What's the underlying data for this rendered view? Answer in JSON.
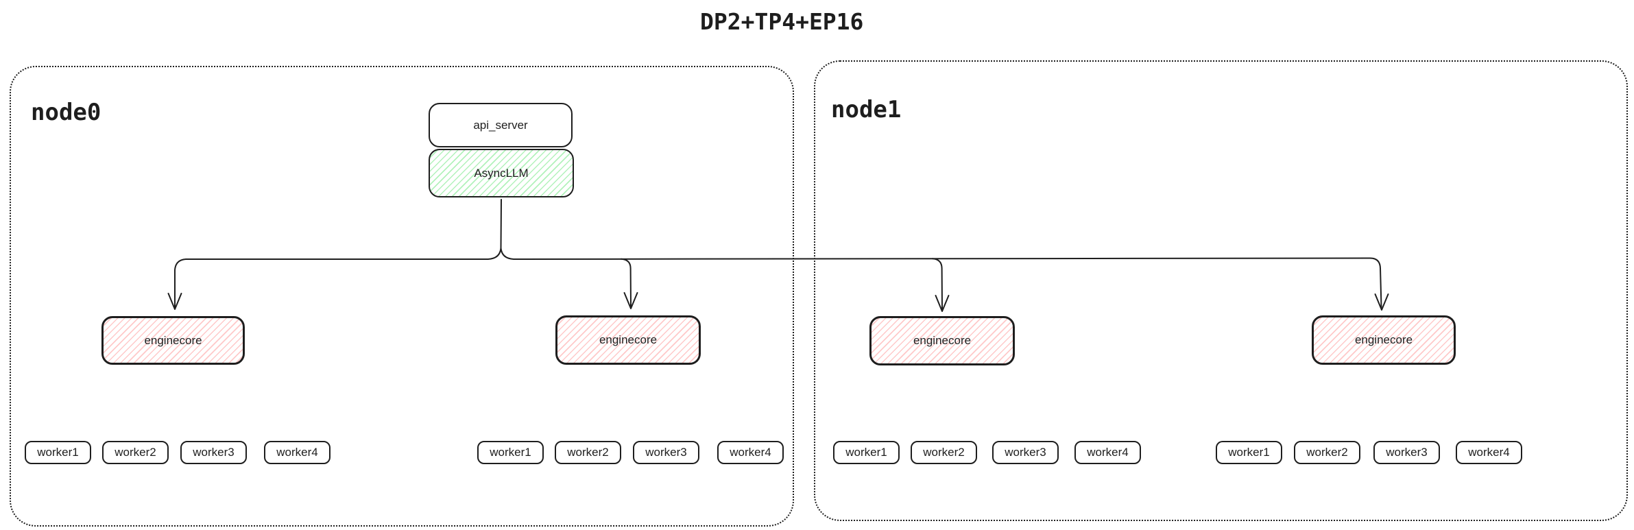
{
  "title": "DP2+TP4+EP16",
  "colors": {
    "stroke": "#1e1e1e",
    "green_hatch": "#b2f2bb",
    "red_hatch": "#ffc9c9",
    "background": "#ffffff"
  },
  "node0": {
    "label": "node0",
    "api_server_label": "api_server",
    "async_llm_label": "AsyncLLM",
    "enginecores": [
      "enginecore",
      "enginecore"
    ],
    "worker_groups": [
      [
        "worker1",
        "worker2",
        "worker3",
        "worker4"
      ],
      [
        "worker1",
        "worker2",
        "worker3",
        "worker4"
      ]
    ]
  },
  "node1": {
    "label": "node1",
    "enginecores": [
      "enginecore",
      "enginecore"
    ],
    "worker_groups": [
      [
        "worker1",
        "worker2",
        "worker3",
        "worker4"
      ],
      [
        "worker1",
        "worker2",
        "worker3",
        "worker4"
      ]
    ]
  }
}
